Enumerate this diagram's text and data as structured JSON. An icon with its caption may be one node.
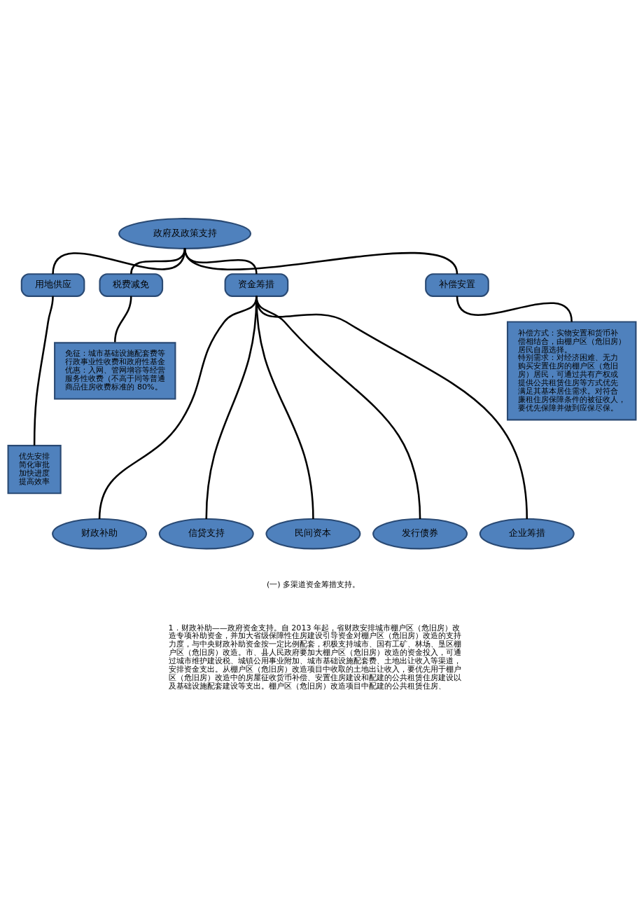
{
  "diagram": {
    "nodes": [
      {
        "text": [
          "政府及政策支持"
        ]
      },
      {
        "text": [
          "用地供应"
        ]
      },
      {
        "text": [
          "税费减免"
        ]
      },
      {
        "text": [
          "资金筹措"
        ]
      },
      {
        "text": [
          "补偿安置"
        ]
      },
      {
        "text": [
          "免征：城市基础设施配套费等行政事业性收费和政府性基金",
          "优惠：入网、管网增容等经营服务性收费（不高于同等普通商品住房收费标准的 80%。"
        ]
      },
      {
        "text": [
          "补偿方式：实物安置和货币补偿相结合，由棚户区（危旧房）居民自愿选择。",
          "特别需求：对经济困难、无力购买安置住房的棚户区（危旧房）居民，可通过共有产权或提供公共租赁住房等方式优先满足其基本居住需求。对符合廉租住房保障条件的被征收人，要优先保障并做到应保尽保。"
        ]
      },
      {
        "text": [
          "优先安排",
          "简化审批",
          "加快进度",
          "提高效率"
        ]
      },
      {
        "text": [
          "财政补助"
        ]
      },
      {
        "text": [
          "信贷支持"
        ]
      },
      {
        "text": [
          "民间资本"
        ]
      },
      {
        "text": [
          "发行债券"
        ]
      },
      {
        "text": [
          "企业筹措"
        ]
      }
    ],
    "edges": [
      {
        "from": 0,
        "to": 1,
        "arrow": "none"
      },
      {
        "from": 0,
        "to": 2,
        "arrow": "none"
      },
      {
        "from": 0,
        "to": 3,
        "arrow": "none"
      },
      {
        "from": 0,
        "to": 4,
        "arrow": "none"
      },
      {
        "from": 1,
        "to": 7,
        "arrow": "none"
      },
      {
        "from": 2,
        "to": 5,
        "arrow": "none"
      },
      {
        "from": 4,
        "to": 6,
        "arrow": "none"
      },
      {
        "from": 3,
        "to": 8,
        "arrow": "none"
      },
      {
        "from": 3,
        "to": 9,
        "arrow": "none"
      },
      {
        "from": 3,
        "to": 10,
        "arrow": "none"
      },
      {
        "from": 3,
        "to": 11,
        "arrow": "none"
      },
      {
        "from": 3,
        "to": 12,
        "arrow": "none"
      }
    ],
    "labels": [
      "(一) 多渠道资金筹措支持。",
      "1．财政补助——政府资金支持。自 2013 年起，省财政安排城市棚户区（危旧房）改造专项补助资金，并加大省级保障性住房建设引导资金对棚户区（危旧房）改造的支持力度，与中央财政补助资金按一定比例配套，积极支持城市、国有工矿、林场、垦区棚户区（危旧房）改造。市、县人民政府要加大棚户区（危旧房）改造的资金投入，可通过城市维护建设税、城镇公用事业附加、城市基础设施配套费、土地出让收入等渠道，安排资金支出。从棚户区（危旧房）改造项目中收取的土地出让收入，要优先用于棚户区（危旧房）改造中的房屋征收货币补偿、安置住房建设和配建的公共租赁住房建设以及基础设施配套建设等支出。棚户区（危旧房）改造项目中配建的公共租赁住房、"
    ]
  }
}
